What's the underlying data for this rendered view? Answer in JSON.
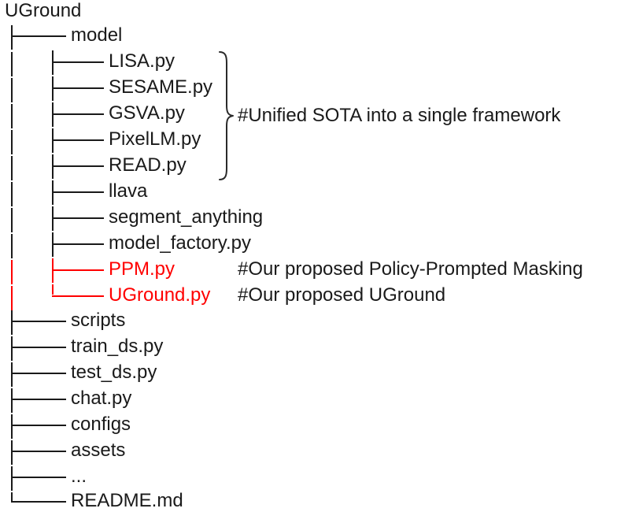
{
  "root": {
    "label": "UGround"
  },
  "colors": {
    "text": "#1a1a1a",
    "highlight": "#ff0000",
    "background": "#ffffff"
  },
  "annotations": {
    "brace_comment": "#Unified SOTA into a single framework",
    "ppm_comment": "#Our proposed Policy-Prompted Masking",
    "uground_comment": "#Our proposed UGround"
  },
  "tree": {
    "level1": [
      {
        "label": "model",
        "highlight": false
      },
      {
        "label": "scripts",
        "highlight": false
      },
      {
        "label": "train_ds.py",
        "highlight": false
      },
      {
        "label": "test_ds.py",
        "highlight": false
      },
      {
        "label": "chat.py",
        "highlight": false
      },
      {
        "label": "configs",
        "highlight": false
      },
      {
        "label": "assets",
        "highlight": false
      },
      {
        "label": "...",
        "highlight": false
      },
      {
        "label": "README.md",
        "highlight": false,
        "last": true
      }
    ],
    "level2": [
      {
        "label": "LISA.py",
        "highlight": false,
        "braced": true
      },
      {
        "label": "SESAME.py",
        "highlight": false,
        "braced": true
      },
      {
        "label": "GSVA.py",
        "highlight": false,
        "braced": true
      },
      {
        "label": "PixelLM.py",
        "highlight": false,
        "braced": true
      },
      {
        "label": "READ.py",
        "highlight": false,
        "braced": true
      },
      {
        "label": "llava",
        "highlight": false,
        "braced": false
      },
      {
        "label": "segment_anything",
        "highlight": false,
        "braced": false
      },
      {
        "label": "model_factory.py",
        "highlight": false,
        "braced": false
      },
      {
        "label": "PPM.py",
        "highlight": true,
        "braced": false
      },
      {
        "label": "UGround.py",
        "highlight": true,
        "braced": false,
        "last": true
      }
    ]
  }
}
